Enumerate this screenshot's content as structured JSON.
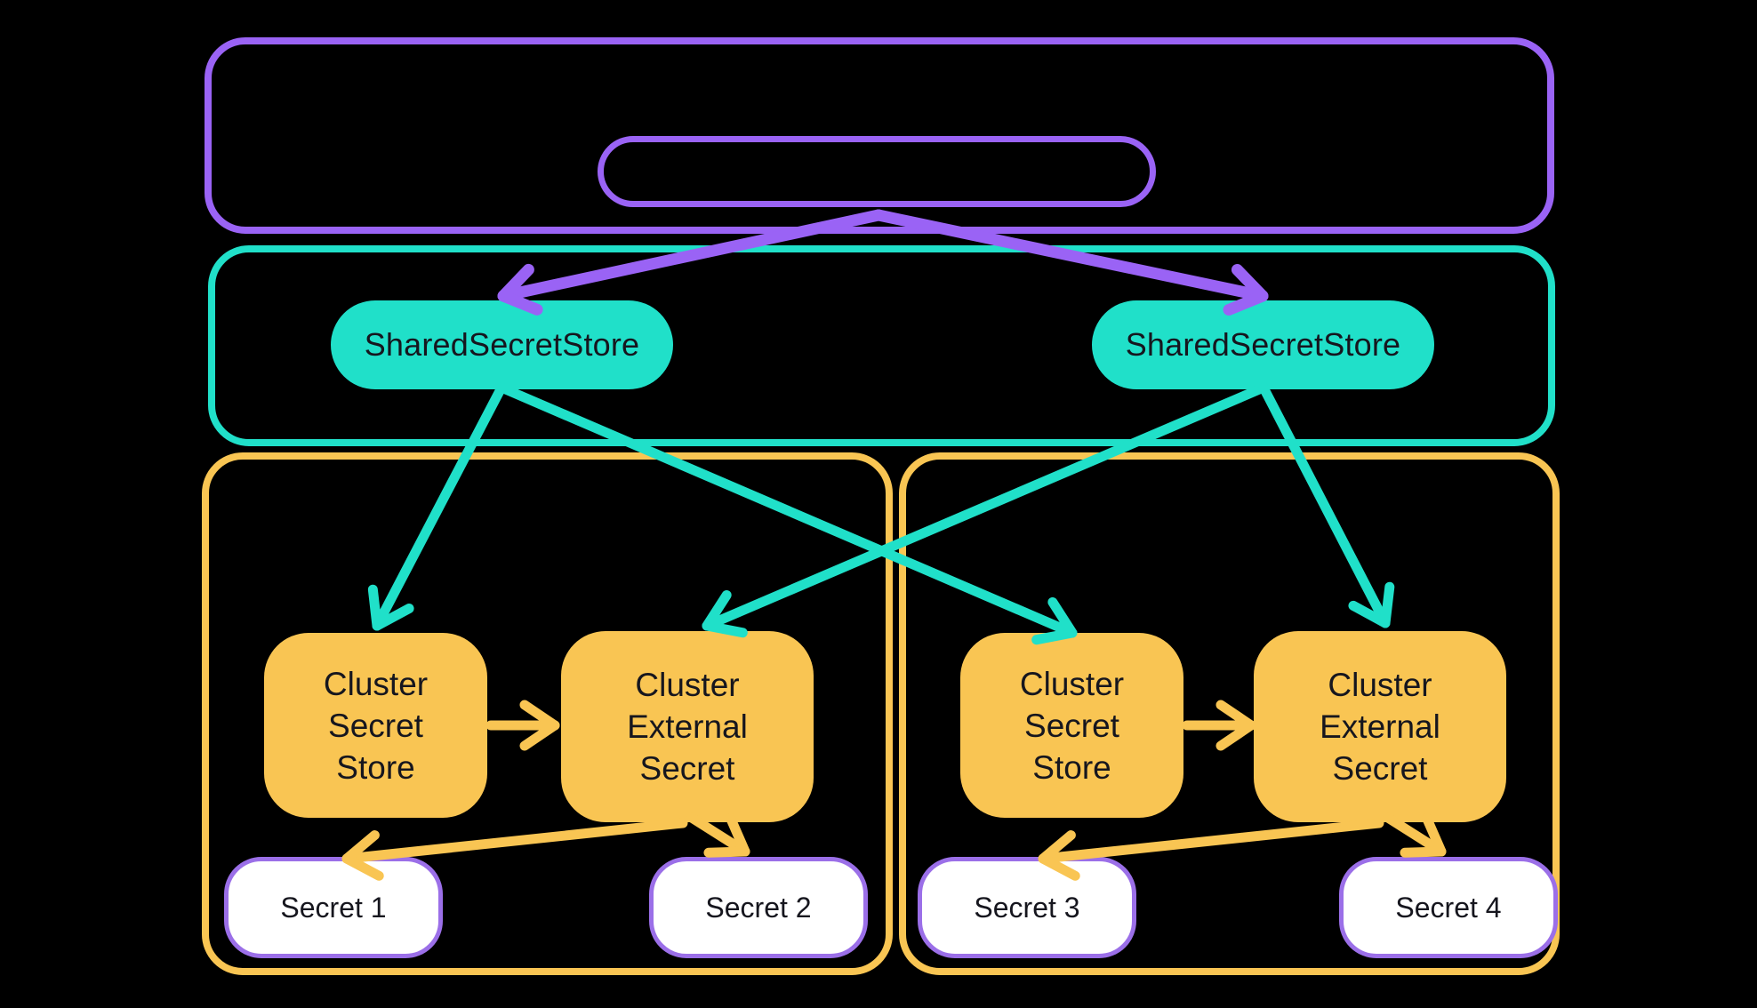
{
  "colors": {
    "background": "#000000",
    "purple": "#9A63F5",
    "teal": "#20E0C9",
    "orange": "#F9C553",
    "secret_border": "#9B6FE8",
    "secret_fill": "#FFFFFF",
    "text": "#16161E"
  },
  "shared_stores": [
    {
      "label": "SharedSecretStore"
    },
    {
      "label": "SharedSecretStore"
    }
  ],
  "clusters": [
    {
      "secret_store_lines": [
        "Cluster",
        "Secret",
        "Store"
      ],
      "external_secret_lines": [
        "Cluster",
        "External",
        "Secret"
      ],
      "secrets": [
        "Secret 1",
        "Secret 2"
      ]
    },
    {
      "secret_store_lines": [
        "Cluster",
        "Secret",
        "Store"
      ],
      "external_secret_lines": [
        "Cluster",
        "External",
        "Secret"
      ],
      "secrets": [
        "Secret 3",
        "Secret 4"
      ]
    }
  ],
  "edges": [
    {
      "from": "management-pill",
      "to": "shared-secret-store-1",
      "color": "purple"
    },
    {
      "from": "management-pill",
      "to": "shared-secret-store-2",
      "color": "purple"
    },
    {
      "from": "shared-secret-store-1",
      "to": "cluster-1-secret-store",
      "color": "teal"
    },
    {
      "from": "shared-secret-store-1",
      "to": "cluster-2-secret-store",
      "color": "teal"
    },
    {
      "from": "shared-secret-store-2",
      "to": "cluster-1-external-secret",
      "color": "teal"
    },
    {
      "from": "shared-secret-store-2",
      "to": "cluster-2-external-secret",
      "color": "teal"
    },
    {
      "from": "cluster-1-secret-store",
      "to": "cluster-1-external-secret",
      "color": "orange"
    },
    {
      "from": "cluster-2-secret-store",
      "to": "cluster-2-external-secret",
      "color": "orange"
    },
    {
      "from": "cluster-1-external-secret",
      "to": "secret-1",
      "color": "orange"
    },
    {
      "from": "cluster-1-external-secret",
      "to": "secret-2",
      "color": "orange"
    },
    {
      "from": "cluster-2-external-secret",
      "to": "secret-3",
      "color": "orange"
    },
    {
      "from": "cluster-2-external-secret",
      "to": "secret-4",
      "color": "orange"
    }
  ]
}
